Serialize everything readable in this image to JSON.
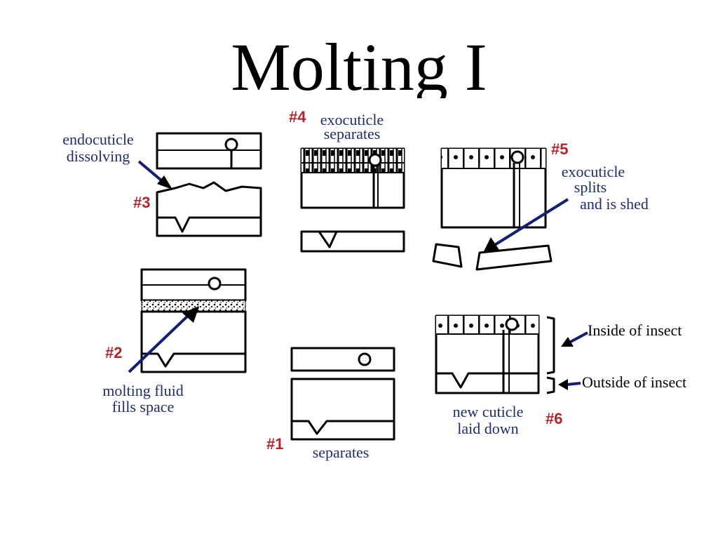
{
  "title": "Molting I",
  "colors": {
    "label_text": "#1f2e6b",
    "step_number": "#b2242a",
    "arrow": "#14206b",
    "drawing": "#000000"
  },
  "steps": {
    "s1": {
      "number": "#1",
      "label": "separates"
    },
    "s2": {
      "number": "#2",
      "label_line1": "molting fluid",
      "label_line2": "fills space"
    },
    "s3": {
      "number": "#3",
      "label_line1": "endocuticle",
      "label_line2": "dissolving"
    },
    "s4": {
      "number": "#4",
      "label_line1": "exocuticle",
      "label_line2": "separates"
    },
    "s5": {
      "number": "#5",
      "label_line1": "exocuticle",
      "label_line2": "splits",
      "label_line3": "and is shed"
    },
    "s6": {
      "number": "#6",
      "label_line1": "new cuticle",
      "label_line2": "laid down"
    }
  },
  "annotations": {
    "inside": "Inside of insect",
    "outside": "Outside of insect"
  }
}
